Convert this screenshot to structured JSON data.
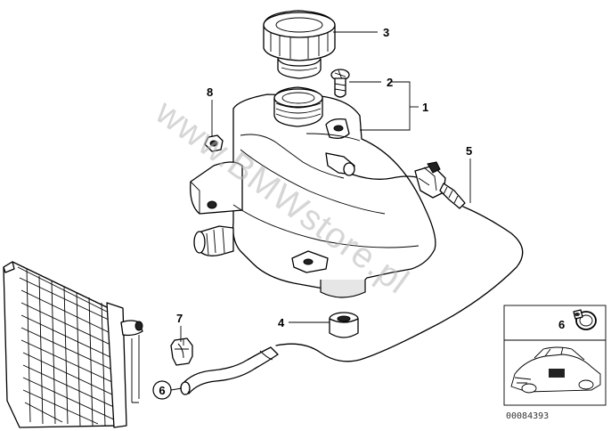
{
  "watermark": "www.BMWstore.pl",
  "reference_number": "00084393",
  "callouts": {
    "p1": "1",
    "p2": "2",
    "p3": "3",
    "p4": "4",
    "p5": "5",
    "p6": "6",
    "p7": "7",
    "p8": "8",
    "inset_6": "6"
  }
}
